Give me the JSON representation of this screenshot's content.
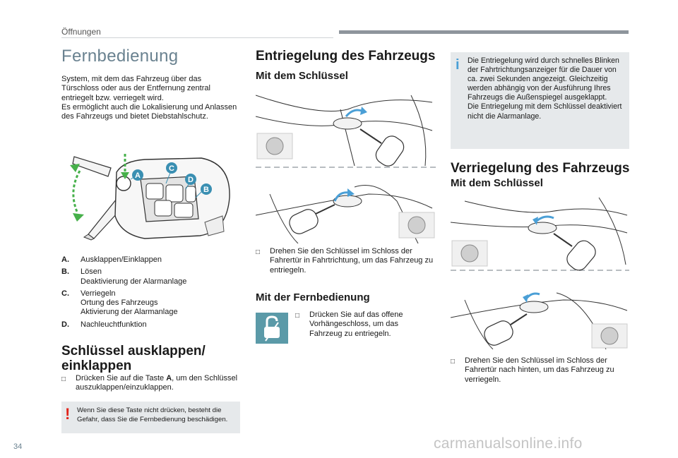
{
  "header": {
    "chapter": "Öffnungen"
  },
  "left": {
    "title": "Fernbedienung",
    "intro": "System, mit dem das Fahrzeug über das Türschloss oder aus der Entfernung zentral entriegelt bzw. verriegelt wird.",
    "intro2": "Es ermöglicht auch die Lokalisierung und Anlassen des Fahrzeugs und bietet Diebstahlschutz.",
    "key_labels": {
      "a": "A",
      "b": "B",
      "c": "C",
      "d": "D"
    },
    "legend": [
      {
        "key": "A.",
        "lines": [
          "Ausklappen/Einklappen"
        ]
      },
      {
        "key": "B.",
        "lines": [
          "Lösen",
          "Deaktivierung der Alarmanlage"
        ]
      },
      {
        "key": "C.",
        "lines": [
          "Verriegeln",
          "Ortung des Fahrzeugs",
          "Aktivierung der Alarmanlage"
        ]
      },
      {
        "key": "D.",
        "lines": [
          "Nachleuchtfunktion"
        ]
      }
    ],
    "section_title_1": "Schlüssel ausklappen/",
    "section_title_2": "einklappen",
    "bullet_pre": "Drücken Sie auf die Taste ",
    "bullet_key": "A",
    "bullet_post": ", um den Schlüssel auszuklappen/einzuklappen.",
    "warning": "Wenn Sie diese Taste nicht drücken, besteht die Gefahr, dass Sie die Fernbedienung beschädigen."
  },
  "middle": {
    "title": "Entriegelung des Fahrzeugs",
    "sub1": "Mit dem Schlüssel",
    "bullet1": "Drehen Sie den Schlüssel im Schloss der Fahrertür in Fahrtrichtung, um das Fahrzeug zu entriegeln.",
    "sub2": "Mit der Fernbedienung",
    "bullet2": "Drücken Sie auf das offene Vorhängeschloss, um das Fahrzeug zu entriegeln."
  },
  "right": {
    "info": "Die Entriegelung wird durch schnelles Blinken der Fahrtrichtungsanzeiger für die Dauer von ca. zwei Sekunden angezeigt. Gleichzeitig werden abhängig von der Ausführung Ihres Fahrzeugs die Außenspiegel ausgeklappt.",
    "info2": "Die Entriegelung mit dem Schlüssel deaktiviert nicht die Alarmanlage.",
    "title": "Verriegelung des Fahrzeugs",
    "sub": "Mit dem Schlüssel",
    "bullet": "Drehen Sie den Schlüssel im Schloss der Fahrertür nach hinten, um das Fahrzeug zu verriegeln."
  },
  "footer": {
    "page_number": "34",
    "watermark": "carmanualsonline.info"
  },
  "colors": {
    "accent_blue": "#4a9fd6",
    "title_blue": "#6a8290",
    "warning_red": "#e2231a",
    "info_box": "#e6e9eb",
    "icon_box": "#5b9aa8"
  }
}
